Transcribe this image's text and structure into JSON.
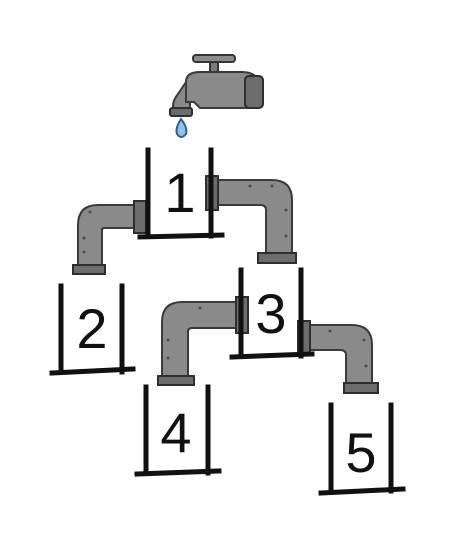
{
  "diagram": {
    "containers": [
      {
        "id": "1",
        "label": "1"
      },
      {
        "id": "2",
        "label": "2"
      },
      {
        "id": "3",
        "label": "3"
      },
      {
        "id": "4",
        "label": "4"
      },
      {
        "id": "5",
        "label": "5"
      }
    ],
    "connections": [
      {
        "from": "1",
        "to": "2"
      },
      {
        "from": "1",
        "to": "3"
      },
      {
        "from": "3",
        "to": "4"
      },
      {
        "from": "3",
        "to": "5"
      }
    ],
    "source": {
      "icon": "faucet-icon",
      "feeds": "1",
      "drop_icon": "water-drop-icon"
    },
    "colors": {
      "pipe": "#8a8a8a",
      "outline": "#111111",
      "water": "#8fc4e8"
    }
  }
}
